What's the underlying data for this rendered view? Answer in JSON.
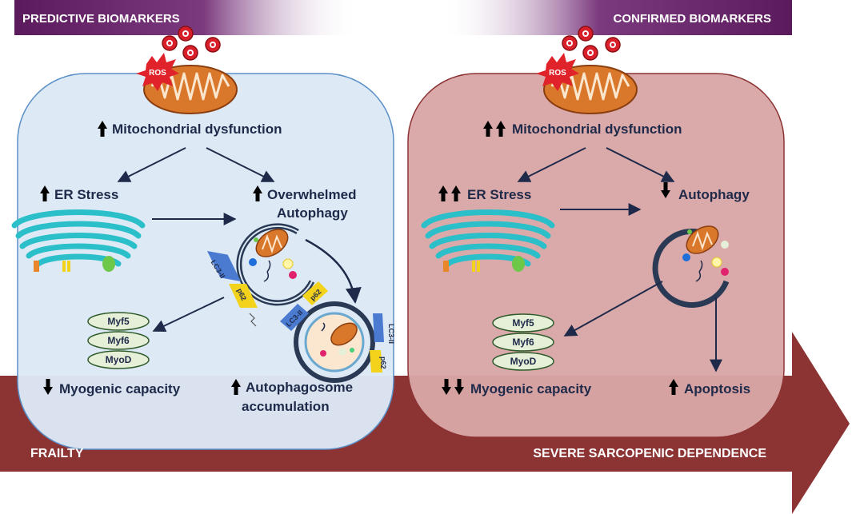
{
  "headers": {
    "left": "PREDICTIVE BIOMARKERS",
    "right": "CONFIRMED BIOMARKERS"
  },
  "ros_label": "ROS",
  "left_panel": {
    "mito": "Mitochondrial dysfunction",
    "er": "ER Stress",
    "autophagy_line1": "Overwhelmed",
    "autophagy_line2": "Autophagy",
    "myogenic": "Myogenic capacity",
    "accum_line1": "Autophagosome",
    "accum_line2": "accumulation"
  },
  "right_panel": {
    "mito": "Mitochondrial dysfunction",
    "er": "ER Stress",
    "autophagy": "Autophagy",
    "myogenic": "Myogenic capacity",
    "apoptosis": "Apoptosis"
  },
  "genes": [
    "Myf5",
    "Myf6",
    "MyoD"
  ],
  "tags": {
    "lc3": "LC3-II",
    "p62": "p62"
  },
  "axis": {
    "left": "FRAILTY",
    "right": "SEVERE SARCOPENIC DEPENDENCE"
  },
  "colors": {
    "header_purple": "#5a1a5c",
    "big_arrow": "#8c3333",
    "left_panel": "#dce9f6",
    "right_panel": "#d9a5a5",
    "mito_fill": "#d9782a",
    "er_teal": "#2bbfc9",
    "text_navy": "#1f2a4a"
  }
}
